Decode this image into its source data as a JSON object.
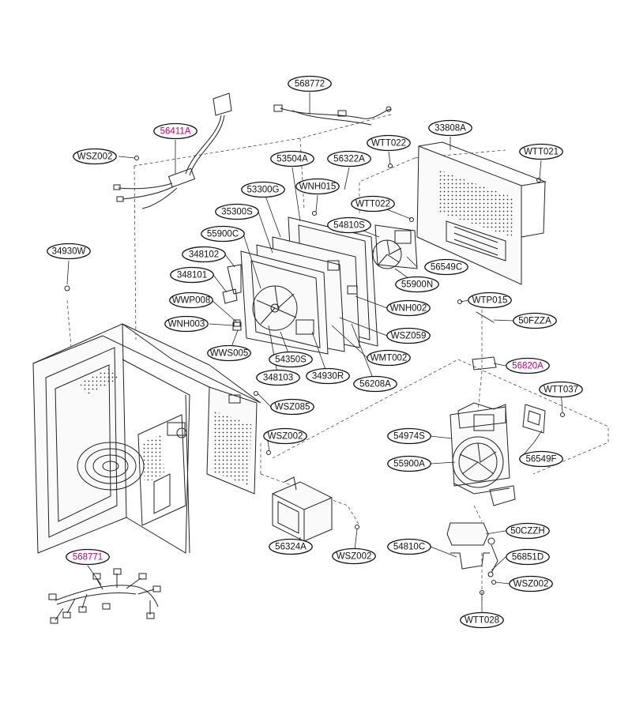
{
  "colors": {
    "label_default": "#111111",
    "label_highlight": "#c0007a",
    "line": "#222222"
  },
  "labels": [
    {
      "id": "568772",
      "text": "568772"
    },
    {
      "id": "56411A",
      "text": "56411A",
      "highlight": true
    },
    {
      "id": "WSZ002-a",
      "text": "WSZ002"
    },
    {
      "id": "33808A",
      "text": "33808A"
    },
    {
      "id": "WTT022-a",
      "text": "WTT022"
    },
    {
      "id": "WTT021",
      "text": "WTT021"
    },
    {
      "id": "53504A",
      "text": "53504A"
    },
    {
      "id": "56322A",
      "text": "56322A"
    },
    {
      "id": "53300G",
      "text": "53300G"
    },
    {
      "id": "WNH015",
      "text": "WNH015"
    },
    {
      "id": "WTT022-b",
      "text": "WTT022"
    },
    {
      "id": "35300S",
      "text": "35300S"
    },
    {
      "id": "54810S",
      "text": "54810S"
    },
    {
      "id": "55900C",
      "text": "55900C"
    },
    {
      "id": "34930W",
      "text": "34930W"
    },
    {
      "id": "348102",
      "text": "348102"
    },
    {
      "id": "56549C",
      "text": "56549C"
    },
    {
      "id": "348101",
      "text": "348101"
    },
    {
      "id": "55900N",
      "text": "55900N"
    },
    {
      "id": "WWP008",
      "text": "WWP008"
    },
    {
      "id": "WNH002",
      "text": "WNH002"
    },
    {
      "id": "WTP015",
      "text": "WTP015"
    },
    {
      "id": "WNH003",
      "text": "WNH003"
    },
    {
      "id": "50FZZA",
      "text": "50FZZA"
    },
    {
      "id": "WSZ059",
      "text": "WSZ059"
    },
    {
      "id": "WWS005",
      "text": "WWS005"
    },
    {
      "id": "54350S",
      "text": "54350S"
    },
    {
      "id": "WMT002",
      "text": "WMT002"
    },
    {
      "id": "56820A",
      "text": "56820A",
      "highlight": true
    },
    {
      "id": "348103",
      "text": "348103"
    },
    {
      "id": "34930R",
      "text": "34930R"
    },
    {
      "id": "56208A",
      "text": "56208A"
    },
    {
      "id": "WTT037",
      "text": "WTT037"
    },
    {
      "id": "WSZ085",
      "text": "WSZ085"
    },
    {
      "id": "54974S",
      "text": "54974S"
    },
    {
      "id": "WSZ002-b",
      "text": "WSZ002"
    },
    {
      "id": "55900A",
      "text": "55900A"
    },
    {
      "id": "56549F",
      "text": "56549F"
    },
    {
      "id": "50CZZH",
      "text": "50CZZH"
    },
    {
      "id": "54810C",
      "text": "54810C"
    },
    {
      "id": "568771",
      "text": "568771",
      "highlight": true
    },
    {
      "id": "56851D",
      "text": "56851D"
    },
    {
      "id": "56324A",
      "text": "56324A"
    },
    {
      "id": "WSZ002-c",
      "text": "WSZ002"
    },
    {
      "id": "WSZ002-d",
      "text": "WSZ002"
    },
    {
      "id": "WTT028",
      "text": "WTT028"
    }
  ]
}
